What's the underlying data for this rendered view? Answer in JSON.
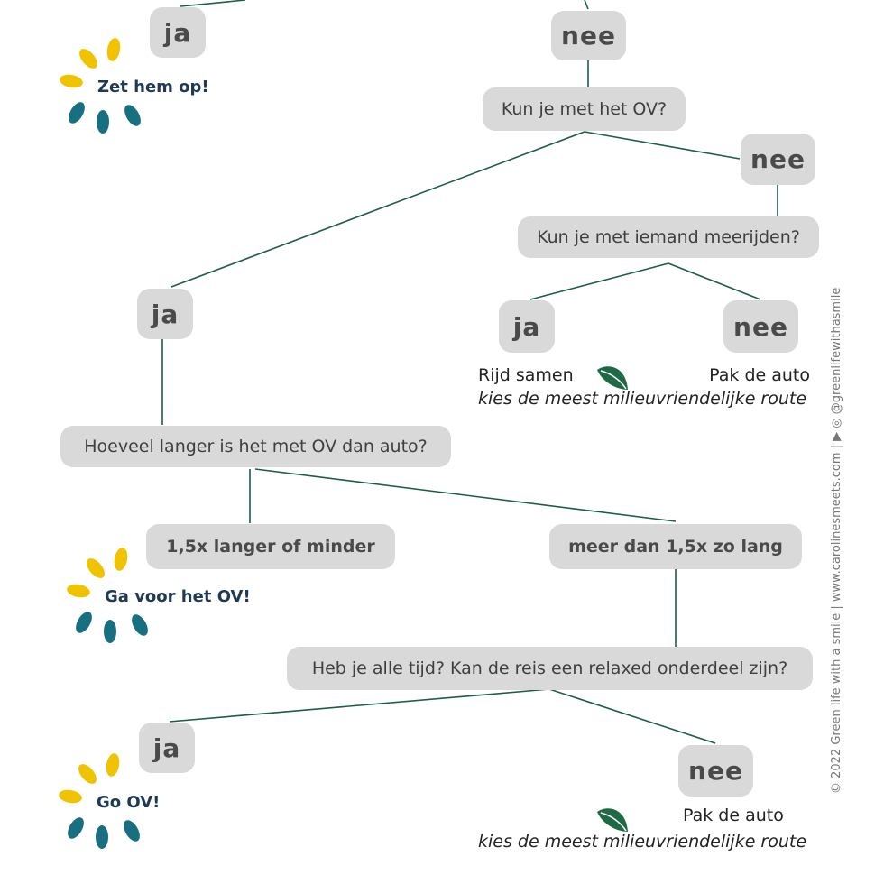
{
  "colors": {
    "line": "#1b5e45",
    "box": "#d9d9d9",
    "yellow": "#efc300",
    "teal": "#176f80",
    "navy": "#1e3a56",
    "leaf": "#1f6a46"
  },
  "nodes": {
    "ja_top": "ja",
    "nee_top": "nee",
    "q_ov": "Kun je met het OV?",
    "nee_ov": "nee",
    "q_meerijden": "Kun je met iemand meerijden?",
    "ja_meerijden": "ja",
    "nee_meerijden": "nee",
    "ja_ov": "ja",
    "q_hoeveel": "Hoeveel langer is het met OV dan auto?",
    "opt_minder": "1,5x langer of minder",
    "opt_meer": "meer dan 1,5x zo lang",
    "q_tijd": "Heb je alle tijd? Kan de reis een relaxed onderdeel zijn?",
    "ja_tijd": "ja",
    "nee_tijd": "nee"
  },
  "outcomes": {
    "zet_hem_op": "Zet hem op!",
    "ga_voor_ov": "Ga voor het OV!",
    "go_ov": "Go OV!",
    "rijd_samen": "Rijd samen",
    "pak_auto_1": "Pak de auto",
    "route_1": "kies de meest milieuvriendelijke route",
    "pak_auto_2": "Pak de auto",
    "route_2": "kies de meest milieuvriendelijke route"
  },
  "credit": "© 2022 Green life with a smile | www.carolinesmeets.com | ▶ ◎ @greenlifewithasmile"
}
